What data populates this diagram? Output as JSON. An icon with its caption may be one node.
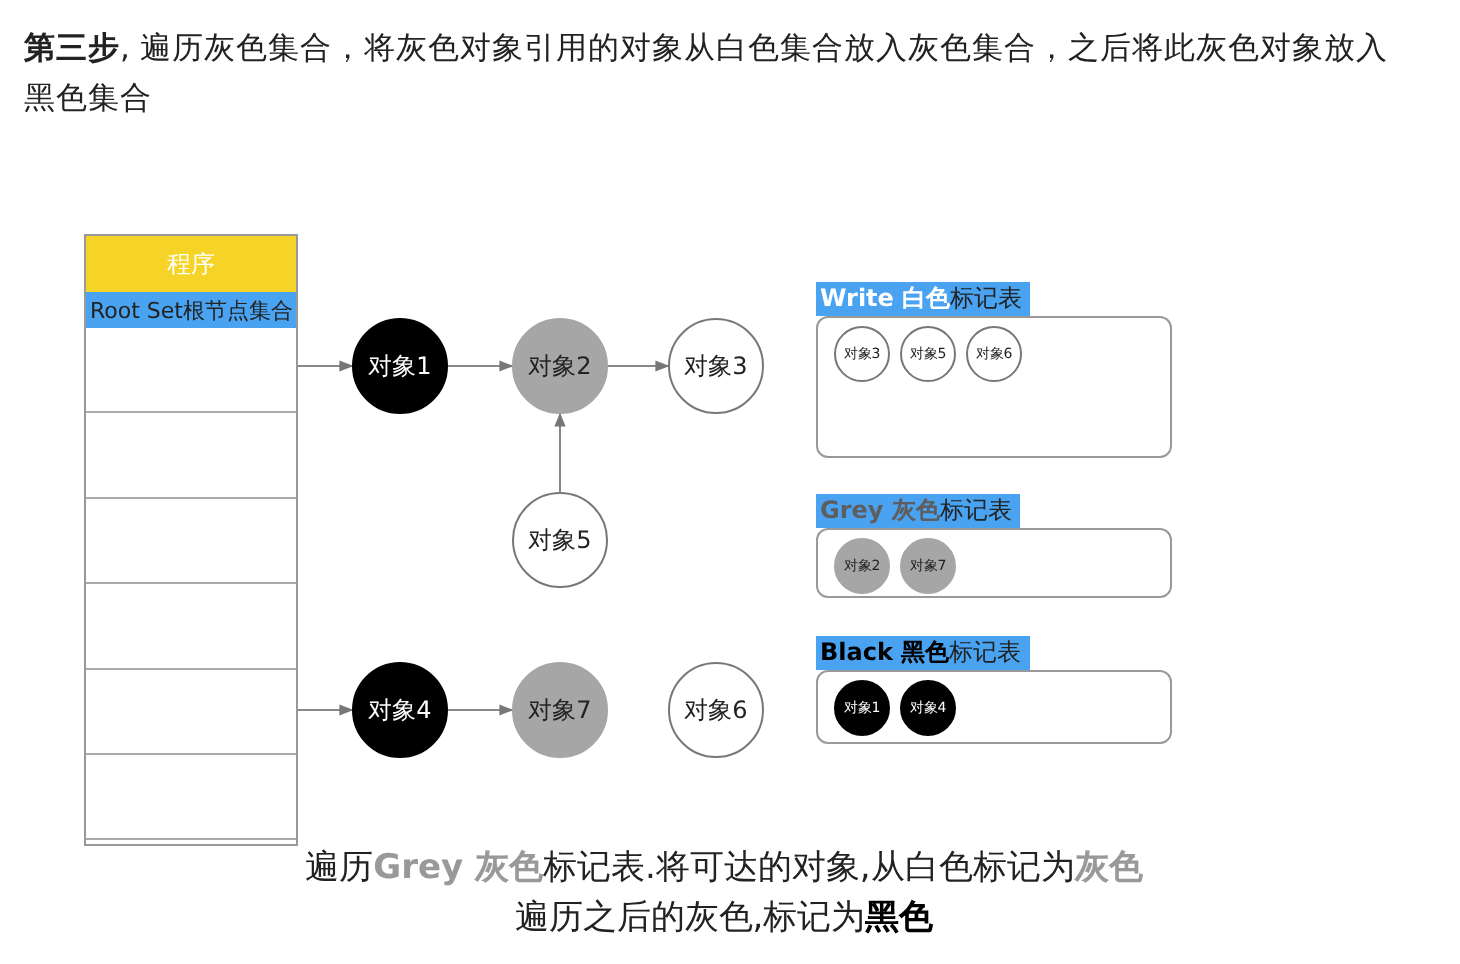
{
  "diagram": {
    "title": "**第三步**, 遍历灰色集合，将灰色对象引用的对象从白色集合放入灰色集合，之后将此灰色对象放入黑色集合",
    "caption": "遍历**Grey 灰色**标记表.将可达的对象,从白色标记为**灰色**遍历之后的灰色,标记为**黑色**",
    "nodes": [
      {
        "text": [
          "程序",
          "Root Set根节点集合"
        ]
      },
      {
        "text": [
          "对象1"
        ]
      },
      {
        "text": [
          "对象2"
        ]
      },
      {
        "text": [
          "对象3"
        ]
      },
      {
        "text": [
          "对象5"
        ]
      },
      {
        "text": [
          "对象4"
        ]
      },
      {
        "text": [
          "对象7"
        ]
      },
      {
        "text": [
          "对象6"
        ]
      },
      {
        "text": [
          "**Write 白色**标记表"
        ]
      },
      {
        "text": [
          "对象3"
        ],
        "in": 8
      },
      {
        "text": [
          "对象5"
        ],
        "in": 8
      },
      {
        "text": [
          "对象6"
        ],
        "in": 8
      },
      {
        "text": [
          "**Grey 灰色**标记表"
        ]
      },
      {
        "text": [
          "对象2"
        ],
        "in": 12
      },
      {
        "text": [
          "对象7"
        ],
        "in": 12
      },
      {
        "text": [
          "**Black 黑色**标记表"
        ]
      },
      {
        "text": [
          "对象1"
        ],
        "in": 15
      },
      {
        "text": [
          "对象4"
        ],
        "in": 15
      }
    ],
    "edges": [
      {
        "from": 0,
        "to": 1,
        "arrow": "to"
      },
      {
        "from": 1,
        "to": 2,
        "arrow": "to"
      },
      {
        "from": 2,
        "to": 3,
        "arrow": "to"
      },
      {
        "from": 4,
        "to": 2,
        "arrow": "to"
      },
      {
        "from": 0,
        "to": 5,
        "arrow": "to"
      },
      {
        "from": 5,
        "to": 6,
        "arrow": "to"
      }
    ]
  }
}
